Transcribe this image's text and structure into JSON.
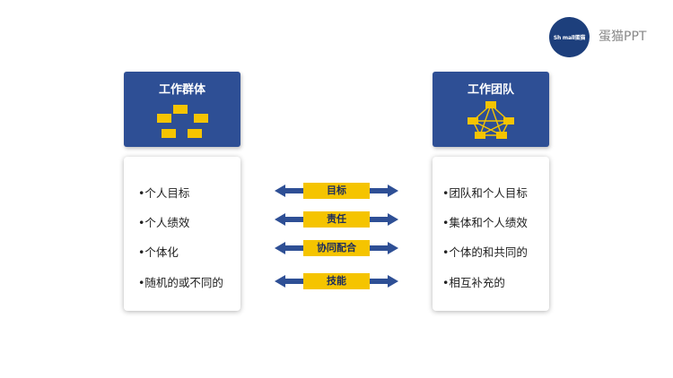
{
  "logo": {
    "text": "Sh   mall蛋猫"
  },
  "brand": {
    "text": "蛋猫PPT"
  },
  "colors": {
    "header_blue": "#2e4f95",
    "label_gold": "#f5c400",
    "logo_navy": "#1d3f7c"
  },
  "left_panel": {
    "title": "工作群体",
    "items": [
      "•个人目标",
      "•个人绩效",
      "•个体化",
      "•随机的或不同的"
    ]
  },
  "right_panel": {
    "title": "工作团队",
    "items": [
      "•团队和个人目标",
      "•集体和个人绩效",
      "•个体的和共同的",
      "•相互补充的"
    ]
  },
  "connectors": [
    "目标",
    "责任",
    "协同配合",
    "技能"
  ]
}
